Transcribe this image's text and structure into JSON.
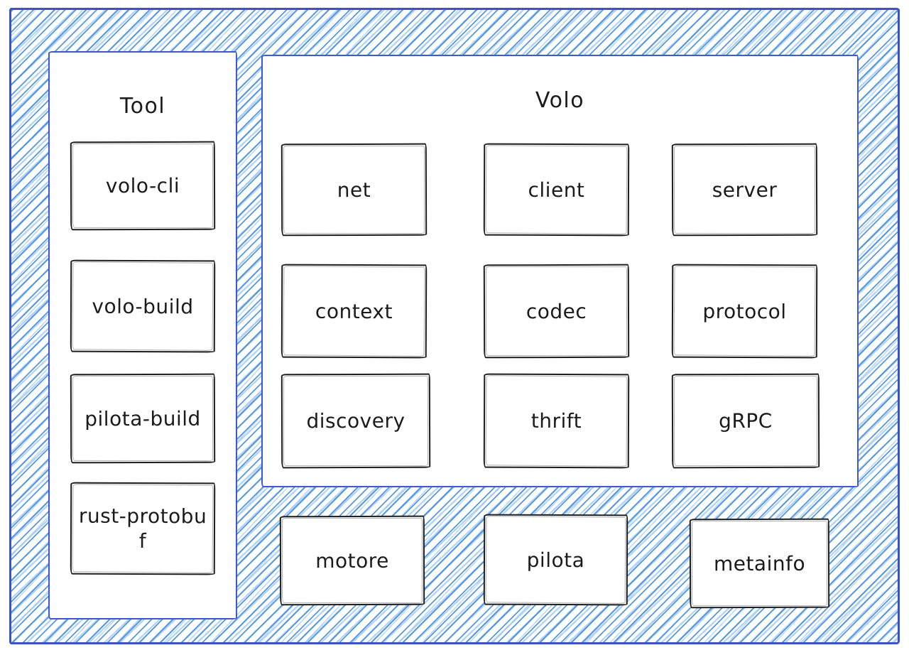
{
  "colors": {
    "frame_border": "#3c52cb",
    "panel_border": "#3f58d6",
    "hatch_main": "#4d94e0",
    "hatch_light": "#9cc3f0",
    "box_border": "#1e1e1e",
    "text": "#1b1b1b"
  },
  "diagram": {
    "tool_panel": {
      "title": "Tool",
      "items": [
        {
          "label": "volo-cli"
        },
        {
          "label": "volo-build"
        },
        {
          "label": "pilota-build"
        },
        {
          "label": "rust-protobuf"
        }
      ]
    },
    "volo_panel": {
      "title": "Volo",
      "grid": [
        {
          "label": "net"
        },
        {
          "label": "client"
        },
        {
          "label": "server"
        },
        {
          "label": "context"
        },
        {
          "label": "codec"
        },
        {
          "label": "protocol"
        },
        {
          "label": "discovery"
        },
        {
          "label": "thrift"
        },
        {
          "label": "gRPC"
        }
      ]
    },
    "bottom_boxes": [
      {
        "label": "motore"
      },
      {
        "label": "pilota"
      },
      {
        "label": "metainfo"
      }
    ]
  }
}
